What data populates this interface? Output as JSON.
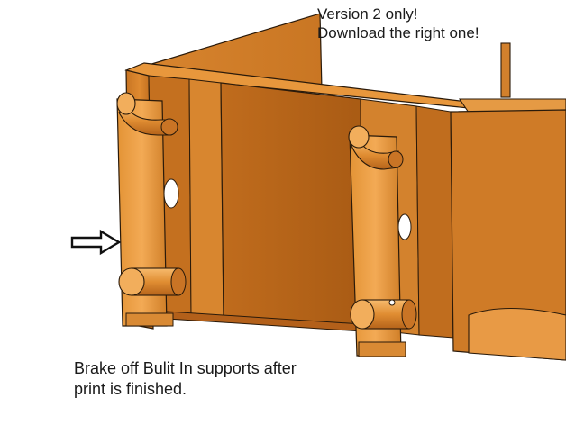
{
  "top_note": {
    "line1": "Version 2 only!",
    "line2": "Download the right one!"
  },
  "bottom_note": {
    "line1": "Brake off Bulit In supports after",
    "line2": "print is finished."
  },
  "arrow": {
    "icon": "right-arrow-outline-icon",
    "direction": "right"
  },
  "colors": {
    "part_base": "#d9822b",
    "part_light": "#f0a24a",
    "part_shadow": "#a85e17",
    "outline": "#2a1a0a",
    "background": "#ffffff",
    "text": "#1a1a1a"
  }
}
